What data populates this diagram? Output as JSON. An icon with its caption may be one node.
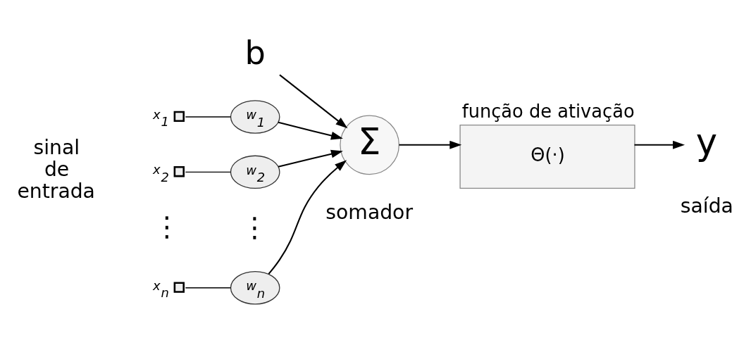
{
  "diagram": {
    "nodes": [
      {
        "text": [],
        "shape": "box",
        "beside": [
          "x$_{1}$"
        ]
      },
      {
        "text": [
          "w$_{1}$"
        ]
      },
      {
        "text": [],
        "shape": "box",
        "beside": [
          "x$_{2}$"
        ]
      },
      {
        "text": [
          "w$_{2}$"
        ]
      },
      {
        "text": [],
        "shape": "box",
        "beside": [
          "x$_{n}$"
        ]
      },
      {
        "text": [
          "w$_{n}$"
        ]
      },
      {
        "text": [
          "Σ"
        ],
        "beside": [
          "somador"
        ]
      },
      {
        "text": [
          "b"
        ]
      },
      {
        "text": [
          "função de ativação",
          "Θ(·)"
        ]
      },
      {
        "text": [
          "y"
        ],
        "beside": [
          "saída"
        ]
      }
    ],
    "edges": [
      {
        "from": 0,
        "to": 1,
        "arrow": "none"
      },
      {
        "from": 1,
        "to": 6,
        "arrow": "to"
      },
      {
        "from": 2,
        "to": 3,
        "arrow": "none"
      },
      {
        "from": 3,
        "to": 6,
        "arrow": "to"
      },
      {
        "from": 4,
        "to": 5,
        "arrow": "none"
      },
      {
        "from": 5,
        "to": 6,
        "arrow": "to"
      },
      {
        "from": 7,
        "to": 6,
        "arrow": "to"
      },
      {
        "from": 6,
        "to": 8,
        "arrow": "to"
      },
      {
        "from": 8,
        "to": 9,
        "arrow": "to"
      }
    ],
    "labels": [
      "sinal de entrada",
      "⋮",
      "⋮"
    ]
  }
}
